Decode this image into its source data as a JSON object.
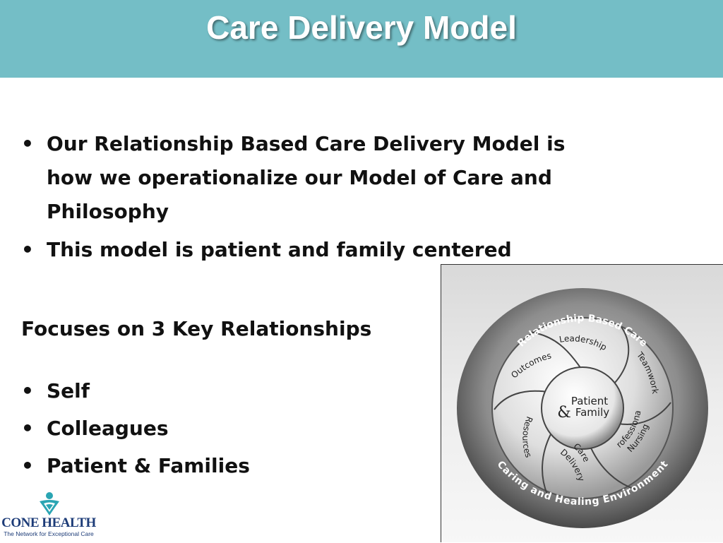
{
  "title": "Care Delivery Model",
  "bullets": [
    "Our Relationship Based Care Delivery Model is how we operationalize our Model of Care and Philosophy",
    "This model is patient and family centered"
  ],
  "focus_heading": "Focuses on 3 Key Relationships",
  "relationships": [
    "Self",
    "Colleagues",
    "Patient & Families"
  ],
  "bullet_symbol": "•",
  "logo": {
    "name": "CONE HEALTH",
    "tagline": "The Network for Exceptional Care"
  },
  "diagram": {
    "outer_ring_top": "Relationship Based Care",
    "outer_ring_bottom": "Caring and Healing Environment",
    "center_top": "Patient",
    "center_amp": "&",
    "center_bottom": "Family",
    "segments": [
      "Leadership",
      "Teamwork",
      "Professional",
      "Nursing",
      "Care",
      "Delivery",
      "Resources",
      "Outcomes"
    ]
  },
  "colors": {
    "title_bar": "#74bec6",
    "title_text": "#ffffff",
    "body_text": "#111111",
    "logo_blue": "#1d3c78",
    "logo_teal": "#2aa5b3"
  }
}
